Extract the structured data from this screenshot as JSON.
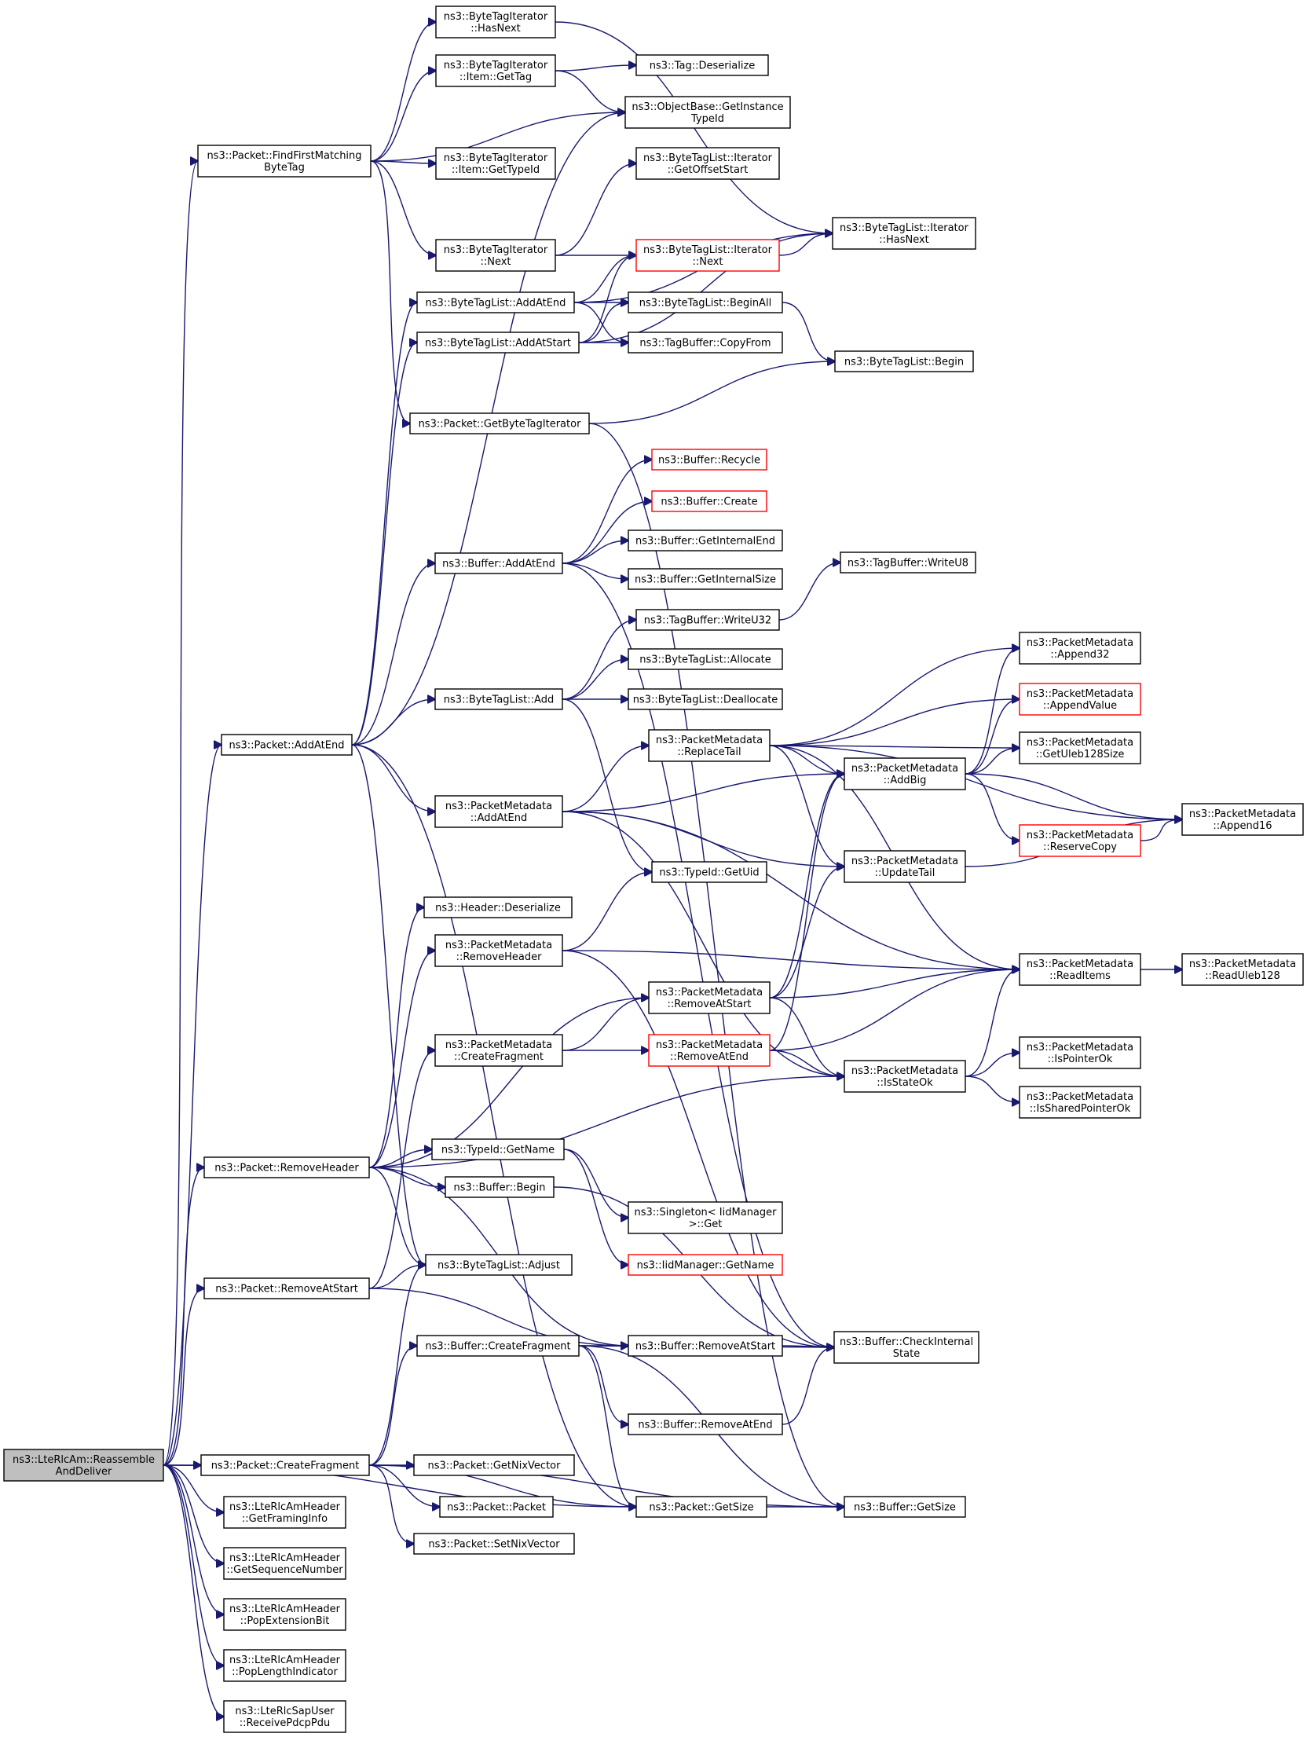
{
  "graph": {
    "edge_color": "#191970",
    "node_border": "#000000",
    "highlight_border": "#ff0000",
    "root_fill": "#bfbfbf",
    "nodes": [
      {
        "id": "reassemble",
        "lines": [
          "ns3::LteRlcAm::Reassemble",
          "AndDeliver"
        ],
        "root": true
      },
      {
        "id": "findfirst",
        "lines": [
          "ns3::Packet::FindFirstMatching",
          "ByteTag"
        ]
      },
      {
        "id": "bti_hasnext",
        "lines": [
          "ns3::ByteTagIterator",
          "::HasNext"
        ]
      },
      {
        "id": "bti_item_gettag",
        "lines": [
          "ns3::ByteTagIterator",
          "::Item::GetTag"
        ]
      },
      {
        "id": "tag_deserialize",
        "lines": [
          "ns3::Tag::Deserialize"
        ]
      },
      {
        "id": "objectbase",
        "lines": [
          "ns3::ObjectBase::GetInstance",
          "TypeId"
        ]
      },
      {
        "id": "bti_item_gettypeid",
        "lines": [
          "ns3::ByteTagIterator",
          "::Item::GetTypeId"
        ]
      },
      {
        "id": "btli_getoffsetstart",
        "lines": [
          "ns3::ByteTagList::Iterator",
          "::GetOffsetStart"
        ]
      },
      {
        "id": "btli_hasnext",
        "lines": [
          "ns3::ByteTagList::Iterator",
          "::HasNext"
        ]
      },
      {
        "id": "bti_next",
        "lines": [
          "ns3::ByteTagIterator",
          "::Next"
        ]
      },
      {
        "id": "btli_next",
        "lines": [
          "ns3::ByteTagList::Iterator",
          "::Next"
        ],
        "red": true
      },
      {
        "id": "btl_addatend",
        "lines": [
          "ns3::ByteTagList::AddAtEnd"
        ]
      },
      {
        "id": "btl_beginall",
        "lines": [
          "ns3::ByteTagList::BeginAll"
        ]
      },
      {
        "id": "btl_addatstart",
        "lines": [
          "ns3::ByteTagList::AddAtStart"
        ]
      },
      {
        "id": "tagbuffer_copyfrom",
        "lines": [
          "ns3::TagBuffer::CopyFrom"
        ]
      },
      {
        "id": "btl_begin",
        "lines": [
          "ns3::ByteTagList::Begin"
        ]
      },
      {
        "id": "packet_getbytetagiterator",
        "lines": [
          "ns3::Packet::GetByteTagIterator"
        ]
      },
      {
        "id": "buffer_recycle",
        "lines": [
          "ns3::Buffer::Recycle"
        ],
        "red": true
      },
      {
        "id": "buffer_create",
        "lines": [
          "ns3::Buffer::Create"
        ],
        "red": true
      },
      {
        "id": "buffer_addatend",
        "lines": [
          "ns3::Buffer::AddAtEnd"
        ]
      },
      {
        "id": "buffer_getinternalend",
        "lines": [
          "ns3::Buffer::GetInternalEnd"
        ]
      },
      {
        "id": "buffer_getinternalsize",
        "lines": [
          "ns3::Buffer::GetInternalSize"
        ]
      },
      {
        "id": "tagbuffer_writeu8",
        "lines": [
          "ns3::TagBuffer::WriteU8"
        ]
      },
      {
        "id": "tagbuffer_writeu32",
        "lines": [
          "ns3::TagBuffer::WriteU32"
        ]
      },
      {
        "id": "pm_append32",
        "lines": [
          "ns3::PacketMetadata",
          "::Append32"
        ]
      },
      {
        "id": "btl_allocate",
        "lines": [
          "ns3::ByteTagList::Allocate"
        ]
      },
      {
        "id": "btl_add",
        "lines": [
          "ns3::ByteTagList::Add"
        ]
      },
      {
        "id": "btl_deallocate",
        "lines": [
          "ns3::ByteTagList::Deallocate"
        ]
      },
      {
        "id": "pm_appendvalue",
        "lines": [
          "ns3::PacketMetadata",
          "::AppendValue"
        ],
        "red": true
      },
      {
        "id": "packet_addatend",
        "lines": [
          "ns3::Packet::AddAtEnd"
        ]
      },
      {
        "id": "pm_replacetail",
        "lines": [
          "ns3::PacketMetadata",
          "::ReplaceTail"
        ]
      },
      {
        "id": "pm_getuleb128size",
        "lines": [
          "ns3::PacketMetadata",
          "::GetUleb128Size"
        ]
      },
      {
        "id": "pm_addbig",
        "lines": [
          "ns3::PacketMetadata",
          "::AddBig"
        ]
      },
      {
        "id": "pm_addatend",
        "lines": [
          "ns3::PacketMetadata",
          "::AddAtEnd"
        ]
      },
      {
        "id": "pm_append16",
        "lines": [
          "ns3::PacketMetadata",
          "::Append16"
        ]
      },
      {
        "id": "pm_reservecopy",
        "lines": [
          "ns3::PacketMetadata",
          "::ReserveCopy"
        ],
        "red": true
      },
      {
        "id": "typeid_getuid",
        "lines": [
          "ns3::TypeId::GetUid"
        ]
      },
      {
        "id": "pm_updatetail",
        "lines": [
          "ns3::PacketMetadata",
          "::UpdateTail"
        ]
      },
      {
        "id": "header_deserialize",
        "lines": [
          "ns3::Header::Deserialize"
        ]
      },
      {
        "id": "pm_removeheader",
        "lines": [
          "ns3::PacketMetadata",
          "::RemoveHeader"
        ]
      },
      {
        "id": "pm_readitems",
        "lines": [
          "ns3::PacketMetadata",
          "::ReadItems"
        ]
      },
      {
        "id": "pm_readuleb128",
        "lines": [
          "ns3::PacketMetadata",
          "::ReadUleb128"
        ]
      },
      {
        "id": "pm_removeatstart",
        "lines": [
          "ns3::PacketMetadata",
          "::RemoveAtStart"
        ]
      },
      {
        "id": "pm_createfragment",
        "lines": [
          "ns3::PacketMetadata",
          "::CreateFragment"
        ]
      },
      {
        "id": "pm_removeatend",
        "lines": [
          "ns3::PacketMetadata",
          "::RemoveAtEnd"
        ],
        "red": true
      },
      {
        "id": "pm_ispointerok",
        "lines": [
          "ns3::PacketMetadata",
          "::IsPointerOk"
        ]
      },
      {
        "id": "pm_isstateok",
        "lines": [
          "ns3::PacketMetadata",
          "::IsStateOk"
        ]
      },
      {
        "id": "pm_issharedpointerok",
        "lines": [
          "ns3::PacketMetadata",
          "::IsSharedPointerOk"
        ]
      },
      {
        "id": "typeid_getname",
        "lines": [
          "ns3::TypeId::GetName"
        ]
      },
      {
        "id": "packet_removeheader",
        "lines": [
          "ns3::Packet::RemoveHeader"
        ]
      },
      {
        "id": "buffer_begin",
        "lines": [
          "ns3::Buffer::Begin"
        ]
      },
      {
        "id": "singleton_get",
        "lines": [
          "ns3::Singleton< IidManager",
          ">::Get"
        ]
      },
      {
        "id": "iidmanager_getname",
        "lines": [
          "ns3::IidManager::GetName"
        ],
        "red": true
      },
      {
        "id": "btl_adjust",
        "lines": [
          "ns3::ByteTagList::Adjust"
        ]
      },
      {
        "id": "packet_removeatstart",
        "lines": [
          "ns3::Packet::RemoveAtStart"
        ]
      },
      {
        "id": "buffer_createfragment",
        "lines": [
          "ns3::Buffer::CreateFragment"
        ]
      },
      {
        "id": "buffer_removeatstart",
        "lines": [
          "ns3::Buffer::RemoveAtStart"
        ]
      },
      {
        "id": "buffer_checkinternalstate",
        "lines": [
          "ns3::Buffer::CheckInternal",
          "State"
        ]
      },
      {
        "id": "buffer_removeatend",
        "lines": [
          "ns3::Buffer::RemoveAtEnd"
        ]
      },
      {
        "id": "packet_createfragment",
        "lines": [
          "ns3::Packet::CreateFragment"
        ]
      },
      {
        "id": "packet_getnixvector",
        "lines": [
          "ns3::Packet::GetNixVector"
        ]
      },
      {
        "id": "lrah_getframinginfo",
        "lines": [
          "ns3::LteRlcAmHeader",
          "::GetFramingInfo"
        ]
      },
      {
        "id": "packet_packet",
        "lines": [
          "ns3::Packet::Packet"
        ]
      },
      {
        "id": "packet_getsize",
        "lines": [
          "ns3::Packet::GetSize"
        ]
      },
      {
        "id": "buffer_getsize",
        "lines": [
          "ns3::Buffer::GetSize"
        ]
      },
      {
        "id": "packet_setnixvector",
        "lines": [
          "ns3::Packet::SetNixVector"
        ]
      },
      {
        "id": "lrah_getsequencenumber",
        "lines": [
          "ns3::LteRlcAmHeader",
          "::GetSequenceNumber"
        ]
      },
      {
        "id": "lrah_popextensionbit",
        "lines": [
          "ns3::LteRlcAmHeader",
          "::PopExtensionBit"
        ]
      },
      {
        "id": "lrah_poplengthindicator",
        "lines": [
          "ns3::LteRlcAmHeader",
          "::PopLengthIndicator"
        ]
      },
      {
        "id": "lrsu_receivepdcppdu",
        "lines": [
          "ns3::LteRlcSapUser",
          "::ReceivePdcpPdu"
        ]
      }
    ],
    "edges": [
      [
        "reassemble",
        "findfirst"
      ],
      [
        "reassemble",
        "packet_addatend"
      ],
      [
        "reassemble",
        "packet_removeheader"
      ],
      [
        "reassemble",
        "packet_removeatstart"
      ],
      [
        "reassemble",
        "packet_createfragment"
      ],
      [
        "reassemble",
        "packet_getsize"
      ],
      [
        "reassemble",
        "lrah_getframinginfo"
      ],
      [
        "reassemble",
        "lrah_getsequencenumber"
      ],
      [
        "reassemble",
        "lrah_popextensionbit"
      ],
      [
        "reassemble",
        "lrah_poplengthindicator"
      ],
      [
        "reassemble",
        "lrsu_receivepdcppdu"
      ],
      [
        "findfirst",
        "bti_hasnext"
      ],
      [
        "findfirst",
        "bti_item_gettag"
      ],
      [
        "findfirst",
        "objectbase"
      ],
      [
        "findfirst",
        "bti_item_gettypeid"
      ],
      [
        "findfirst",
        "bti_next"
      ],
      [
        "findfirst",
        "packet_getbytetagiterator"
      ],
      [
        "bti_hasnext",
        "btli_hasnext"
      ],
      [
        "bti_item_gettag",
        "tag_deserialize"
      ],
      [
        "bti_item_gettag",
        "objectbase"
      ],
      [
        "bti_next",
        "btli_getoffsetstart"
      ],
      [
        "bti_next",
        "btli_next"
      ],
      [
        "btli_next",
        "btli_hasnext"
      ],
      [
        "btl_addatend",
        "btli_hasnext"
      ],
      [
        "btl_addatend",
        "btli_next"
      ],
      [
        "btl_addatend",
        "btl_beginall"
      ],
      [
        "btl_addatend",
        "tagbuffer_copyfrom"
      ],
      [
        "btl_addatstart",
        "btli_next"
      ],
      [
        "btl_addatstart",
        "btl_beginall"
      ],
      [
        "btl_addatstart",
        "tagbuffer_copyfrom"
      ],
      [
        "btl_addatstart",
        "btli_hasnext"
      ],
      [
        "btl_beginall",
        "btl_begin"
      ],
      [
        "packet_getbytetagiterator",
        "btl_begin"
      ],
      [
        "packet_getbytetagiterator",
        "buffer_getsize"
      ],
      [
        "buffer_addatend",
        "buffer_recycle"
      ],
      [
        "buffer_addatend",
        "buffer_create"
      ],
      [
        "buffer_addatend",
        "buffer_getinternalend"
      ],
      [
        "buffer_addatend",
        "buffer_getinternalsize"
      ],
      [
        "buffer_addatend",
        "buffer_checkinternalstate"
      ],
      [
        "tagbuffer_writeu32",
        "tagbuffer_writeu8"
      ],
      [
        "btl_add",
        "tagbuffer_writeu32"
      ],
      [
        "btl_add",
        "btl_allocate"
      ],
      [
        "btl_add",
        "btl_deallocate"
      ],
      [
        "btl_add",
        "typeid_getuid"
      ],
      [
        "packet_addatend",
        "btl_addatend"
      ],
      [
        "packet_addatend",
        "btl_addatstart"
      ],
      [
        "packet_addatend",
        "buffer_addatend"
      ],
      [
        "packet_addatend",
        "btl_add"
      ],
      [
        "packet_addatend",
        "pm_addatend"
      ],
      [
        "packet_addatend",
        "objectbase"
      ],
      [
        "packet_addatend",
        "btl_adjust"
      ],
      [
        "packet_addatend",
        "packet_getsize"
      ],
      [
        "pm_addatend",
        "pm_replacetail"
      ],
      [
        "pm_addatend",
        "pm_addbig"
      ],
      [
        "pm_addatend",
        "pm_updatetail"
      ],
      [
        "pm_addatend",
        "pm_readitems"
      ],
      [
        "pm_addatend",
        "pm_isstateok"
      ],
      [
        "pm_replacetail",
        "pm_append32"
      ],
      [
        "pm_replacetail",
        "pm_appendvalue"
      ],
      [
        "pm_replacetail",
        "pm_getuleb128size"
      ],
      [
        "pm_replacetail",
        "pm_addbig"
      ],
      [
        "pm_replacetail",
        "pm_append16"
      ],
      [
        "pm_replacetail",
        "pm_updatetail"
      ],
      [
        "pm_replacetail",
        "pm_readitems"
      ],
      [
        "pm_addbig",
        "pm_append32"
      ],
      [
        "pm_addbig",
        "pm_appendvalue"
      ],
      [
        "pm_addbig",
        "pm_getuleb128size"
      ],
      [
        "pm_addbig",
        "pm_append16"
      ],
      [
        "pm_addbig",
        "pm_reservecopy"
      ],
      [
        "pm_reservecopy",
        "pm_append16"
      ],
      [
        "pm_updatetail",
        "pm_append16"
      ],
      [
        "pm_readitems",
        "pm_readuleb128"
      ],
      [
        "pm_removeheader",
        "typeid_getuid"
      ],
      [
        "pm_removeheader",
        "pm_readitems"
      ],
      [
        "pm_removeheader",
        "buffer_checkinternalstate"
      ],
      [
        "pm_removeatstart",
        "pm_updatetail"
      ],
      [
        "pm_removeatstart",
        "pm_addbig"
      ],
      [
        "pm_removeatstart",
        "pm_readitems"
      ],
      [
        "pm_removeatstart",
        "pm_isstateok"
      ],
      [
        "pm_createfragment",
        "pm_removeatstart"
      ],
      [
        "pm_createfragment",
        "pm_removeatend"
      ],
      [
        "pm_removeatend",
        "pm_addbig"
      ],
      [
        "pm_removeatend",
        "pm_readitems"
      ],
      [
        "pm_removeatend",
        "pm_isstateok"
      ],
      [
        "pm_isstateok",
        "pm_readitems"
      ],
      [
        "pm_isstateok",
        "pm_ispointerok"
      ],
      [
        "pm_isstateok",
        "pm_issharedpointerok"
      ],
      [
        "packet_removeheader",
        "header_deserialize"
      ],
      [
        "packet_removeheader",
        "pm_removeheader"
      ],
      [
        "packet_removeheader",
        "typeid_getname"
      ],
      [
        "packet_removeheader",
        "buffer_begin"
      ],
      [
        "packet_removeheader",
        "btl_adjust"
      ],
      [
        "packet_removeheader",
        "buffer_removeatstart"
      ],
      [
        "packet_removeheader",
        "pm_isstateok"
      ],
      [
        "packet_removeheader",
        "pm_removeatstart"
      ],
      [
        "typeid_getname",
        "singleton_get"
      ],
      [
        "typeid_getname",
        "iidmanager_getname"
      ],
      [
        "buffer_begin",
        "buffer_checkinternalstate"
      ],
      [
        "packet_removeatstart",
        "btl_adjust"
      ],
      [
        "packet_removeatstart",
        "buffer_removeatstart"
      ],
      [
        "packet_removeatstart",
        "pm_createfragment"
      ],
      [
        "buffer_createfragment",
        "buffer_removeatstart"
      ],
      [
        "buffer_createfragment",
        "buffer_checkinternalstate"
      ],
      [
        "buffer_createfragment",
        "buffer_removeatend"
      ],
      [
        "buffer_createfragment",
        "buffer_getsize"
      ],
      [
        "buffer_createfragment",
        "packet_getsize"
      ],
      [
        "buffer_removeatstart",
        "buffer_checkinternalstate"
      ],
      [
        "buffer_removeatend",
        "buffer_checkinternalstate"
      ],
      [
        "packet_createfragment",
        "btl_adjust"
      ],
      [
        "packet_createfragment",
        "buffer_createfragment"
      ],
      [
        "packet_createfragment",
        "packet_getnixvector"
      ],
      [
        "packet_createfragment",
        "packet_packet"
      ],
      [
        "packet_createfragment",
        "packet_setnixvector"
      ],
      [
        "packet_createfragment",
        "packet_getsize"
      ],
      [
        "packet_createfragment",
        "buffer_getsize"
      ],
      [
        "packet_getsize",
        "buffer_getsize"
      ]
    ]
  }
}
